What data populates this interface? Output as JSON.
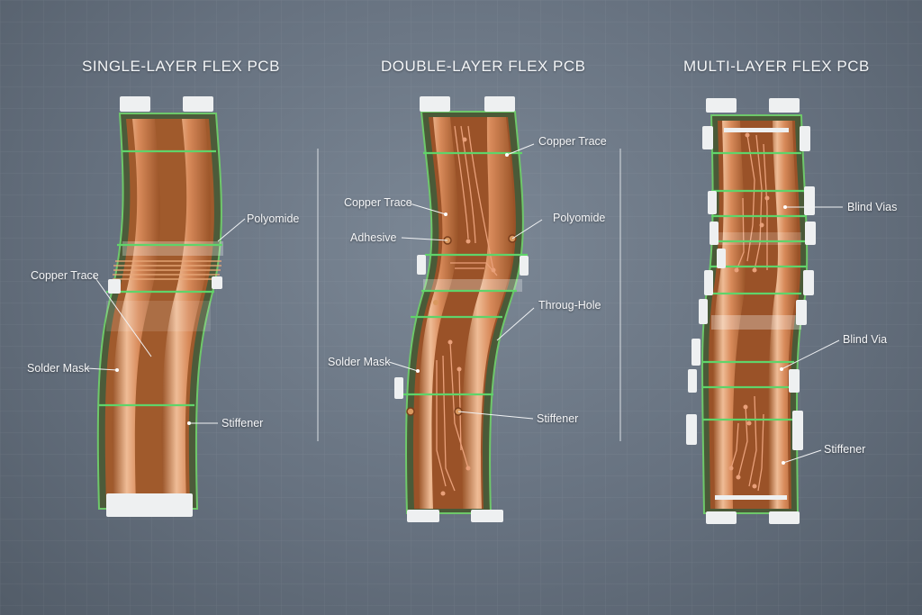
{
  "titles": {
    "single": "SINGLE-LAYER FLEX PCB",
    "double": "DOUBLE-LAYER FLEX PCB",
    "multi": "MULTI-LAYER FLEX PCB"
  },
  "labels": {
    "single": {
      "polyomide": "Polyomide",
      "copper_trace": "Copper Trace",
      "solder_mask": "Solder Mask",
      "stiffener": "Stiffener"
    },
    "double": {
      "copper_trace_top": "Copper Trace",
      "copper_trace_left": "Copper Trace",
      "adhesive": "Adhesive",
      "polyomide": "Polyomide",
      "through_hole": "Throug-Hole",
      "solder_mask": "Solder Mask",
      "stiffener": "Stiffener"
    },
    "multi": {
      "blind_vias": "Blind Vias",
      "blind_via": "Blind Via",
      "stiffener": "Stiffener"
    }
  },
  "colors": {
    "substrate": "#4a5a3a",
    "copper_light": "#e8b08a",
    "copper_dark": "#9a5428",
    "green_line": "#5fd46a",
    "stiffener": "#eef0f1"
  }
}
